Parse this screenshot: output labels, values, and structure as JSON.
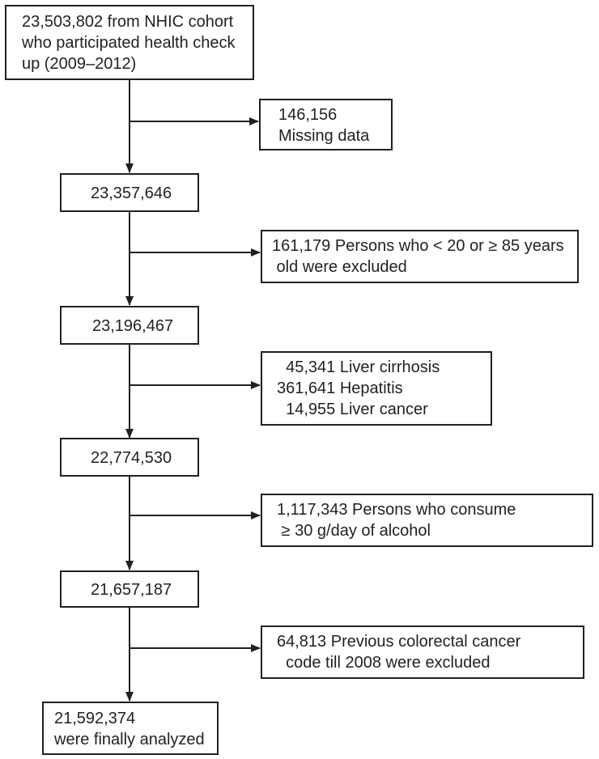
{
  "flow": {
    "main": [
      {
        "id": "cohort",
        "lines": [
          "23,503,802 from NHIC cohort",
          "who participated health check",
          "up (2009–2012)"
        ]
      },
      {
        "id": "after-missing",
        "lines": [
          "23,357,646"
        ]
      },
      {
        "id": "after-age",
        "lines": [
          "23,196,467"
        ]
      },
      {
        "id": "after-liver",
        "lines": [
          "22,774,530"
        ]
      },
      {
        "id": "after-alcohol",
        "lines": [
          "21,657,187"
        ]
      },
      {
        "id": "final",
        "lines": [
          "21,592,374",
          "were finally analyzed"
        ]
      }
    ],
    "exclusions": [
      {
        "id": "missing-data",
        "lines": [
          "146,156",
          "Missing data"
        ]
      },
      {
        "id": "age",
        "lines": [
          "161,179 Persons who < 20 or ≥ 85 years",
          " old were excluded"
        ]
      },
      {
        "id": "liver",
        "lines": [
          "  45,341 Liver cirrhosis",
          "361,641 Hepatitis",
          "  14,955 Liver cancer"
        ]
      },
      {
        "id": "alcohol",
        "lines": [
          "1,117,343 Persons who consume",
          " ≥ 30 g/day of alcohol"
        ]
      },
      {
        "id": "colorectal",
        "lines": [
          "64,813 Previous colorectal cancer",
          "  code till 2008 were excluded"
        ]
      }
    ]
  }
}
